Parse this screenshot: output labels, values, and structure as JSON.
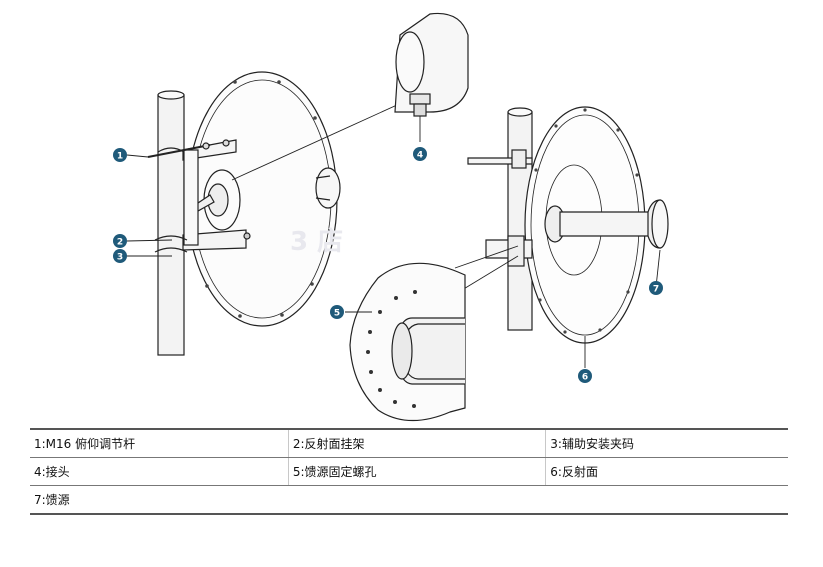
{
  "callouts": [
    {
      "num": "1"
    },
    {
      "num": "2"
    },
    {
      "num": "3"
    },
    {
      "num": "4"
    },
    {
      "num": "5"
    },
    {
      "num": "6"
    },
    {
      "num": "7"
    }
  ],
  "legend": {
    "rows": [
      [
        "1:M16 俯仰调节杆",
        "2:反射面挂架",
        "3:辅助安装夹码"
      ],
      [
        "4:接头",
        "5:馈源固定螺孔",
        "6:反射面"
      ],
      [
        "7:馈源"
      ]
    ]
  },
  "watermark": "3 店",
  "colors": {
    "callout": "#1f5a7a",
    "line": "#222222",
    "pole": "#f2f2f2"
  }
}
